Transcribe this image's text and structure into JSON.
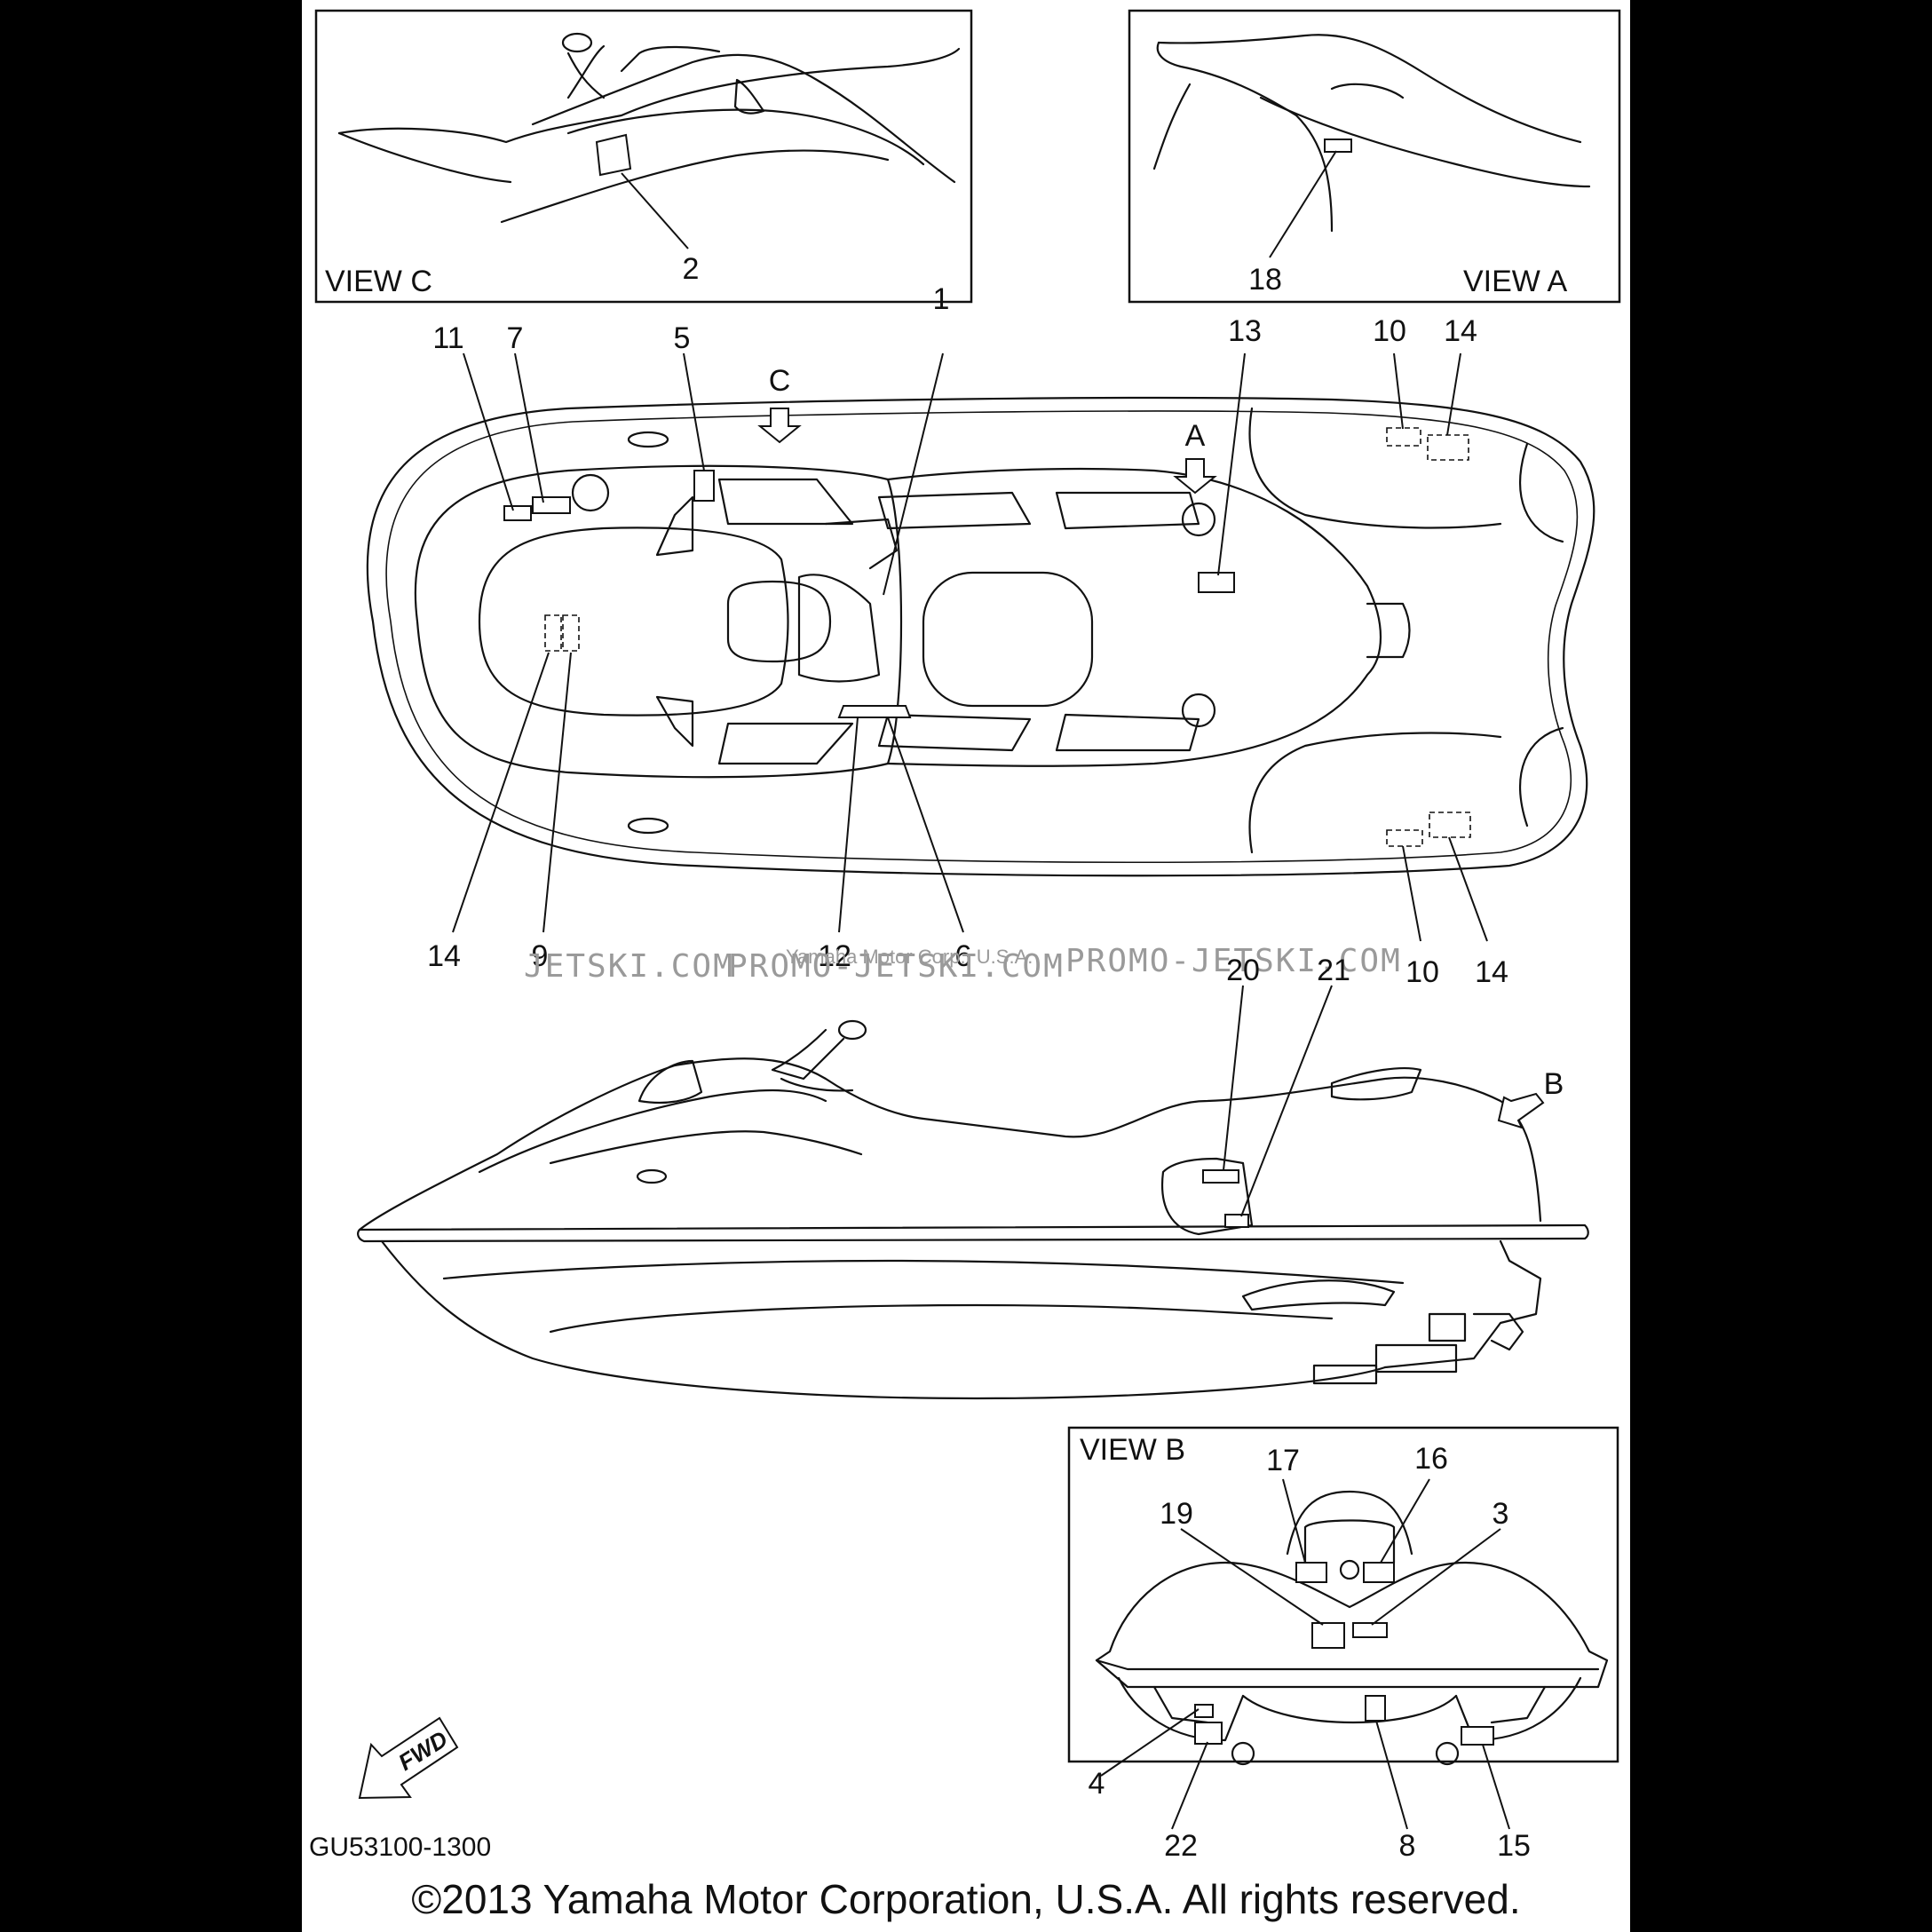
{
  "views": {
    "view_c": {
      "title": "VIEW C"
    },
    "view_a": {
      "title": "VIEW A"
    },
    "view_b": {
      "title": "VIEW B"
    }
  },
  "view_markers": {
    "a": "A",
    "b": "B",
    "c": "C"
  },
  "callouts": {
    "c1": "1",
    "c2": "2",
    "c3": "3",
    "c4": "4",
    "c5": "5",
    "c6": "6",
    "c7": "7",
    "c8": "8",
    "c9": "9",
    "c10a": "10",
    "c10b": "10",
    "c11": "11",
    "c12": "12",
    "c13": "13",
    "c14a": "14",
    "c14b": "14",
    "c14c": "14",
    "c15": "15",
    "c16": "16",
    "c17": "17",
    "c18": "18",
    "c19": "19",
    "c20": "20",
    "c21": "21",
    "c22": "22"
  },
  "fwd_label": "FWD",
  "part_code": "GU53100-1300",
  "watermark": {
    "left": "JETSKI.COM",
    "middle": "PROMO-JETSKI.COM",
    "right": "PROMO-JETSKI.COM",
    "faint": "Yamaha Motor Corp., U.S.A."
  },
  "copyright": "©2013 Yamaha Motor Corporation, U.S.A. All rights reserved."
}
